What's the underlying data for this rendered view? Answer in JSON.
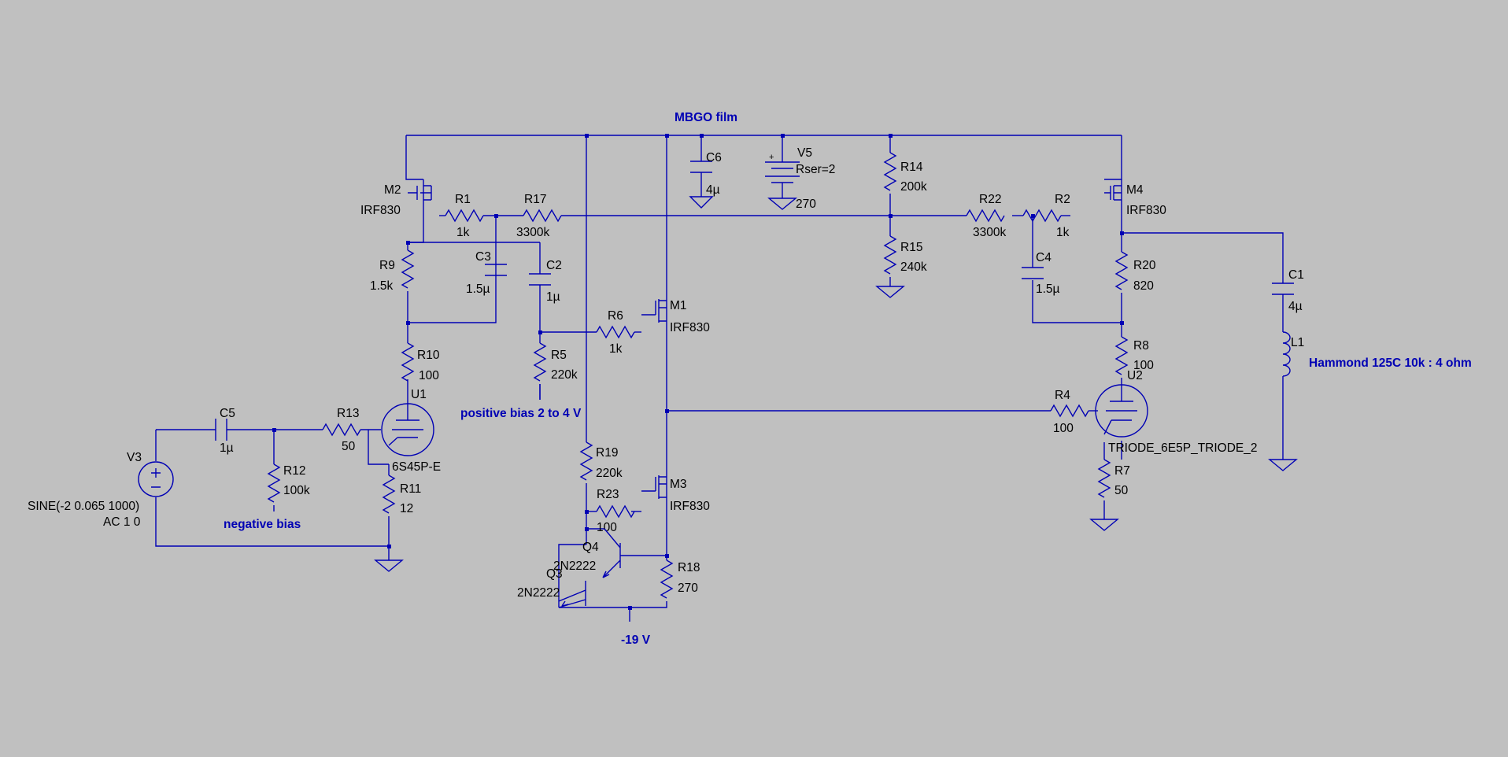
{
  "colors": {
    "background": "#c0c0c0",
    "wire": "#0000b4",
    "label": "#000000",
    "net_label": "#0000b4"
  },
  "components": {
    "m2": {
      "ref": "M2",
      "value": "IRF830"
    },
    "r1": {
      "ref": "R1",
      "value": "1k"
    },
    "r17": {
      "ref": "R17",
      "value": "3300k"
    },
    "c6": {
      "ref": "C6",
      "value": "4µ"
    },
    "v5": {
      "ref": "V5",
      "rser": "Rser=2",
      "value": "270"
    },
    "r14": {
      "ref": "R14",
      "value": "200k"
    },
    "r22": {
      "ref": "R22",
      "value": "3300k"
    },
    "r2": {
      "ref": "R2",
      "value": "1k"
    },
    "m4": {
      "ref": "M4",
      "value": "IRF830"
    },
    "r9": {
      "ref": "R9",
      "value": "1.5k"
    },
    "c3": {
      "ref": "C3",
      "value": "1.5µ"
    },
    "c2": {
      "ref": "C2",
      "value": "1µ"
    },
    "r15": {
      "ref": "R15",
      "value": "240k"
    },
    "c4": {
      "ref": "C4",
      "value": "1.5µ"
    },
    "r20": {
      "ref": "R20",
      "value": "820"
    },
    "c1": {
      "ref": "C1",
      "value": "4µ"
    },
    "m1": {
      "ref": "M1",
      "value": "IRF830"
    },
    "r6": {
      "ref": "R6",
      "value": "1k"
    },
    "l1": {
      "ref": "L1"
    },
    "r10": {
      "ref": "R10",
      "value": "100"
    },
    "r5": {
      "ref": "R5",
      "value": "220k"
    },
    "r8": {
      "ref": "R8",
      "value": "100"
    },
    "u1": {
      "ref": "U1",
      "value": "6S45P-E"
    },
    "u2": {
      "ref": "U2",
      "value": "TRIODE_6E5P_TRIODE_2"
    },
    "c5": {
      "ref": "C5",
      "value": "1µ"
    },
    "r13": {
      "ref": "R13",
      "value": "50"
    },
    "r4": {
      "ref": "R4",
      "value": "100"
    },
    "v3": {
      "ref": "V3",
      "value": "SINE(-2 0.065 1000)",
      "ac": "AC 1 0"
    },
    "r12": {
      "ref": "R12",
      "value": "100k"
    },
    "r11": {
      "ref": "R11",
      "value": "12"
    },
    "r19": {
      "ref": "R19",
      "value": "220k"
    },
    "m3": {
      "ref": "M3",
      "value": "IRF830"
    },
    "r7": {
      "ref": "R7",
      "value": "50"
    },
    "r23": {
      "ref": "R23",
      "value": "100"
    },
    "q4": {
      "ref": "Q4",
      "value": "2N2222"
    },
    "q3": {
      "ref": "Q3",
      "value": "2N2222"
    },
    "r18": {
      "ref": "R18",
      "value": "270"
    }
  },
  "net_labels": {
    "top": "MBGO film",
    "output": "Hammond 125C 10k : 4 ohm",
    "positive_bias": "positive bias 2 to 4 V",
    "negative_bias": "negative bias",
    "neg_supply": "-19 V"
  }
}
